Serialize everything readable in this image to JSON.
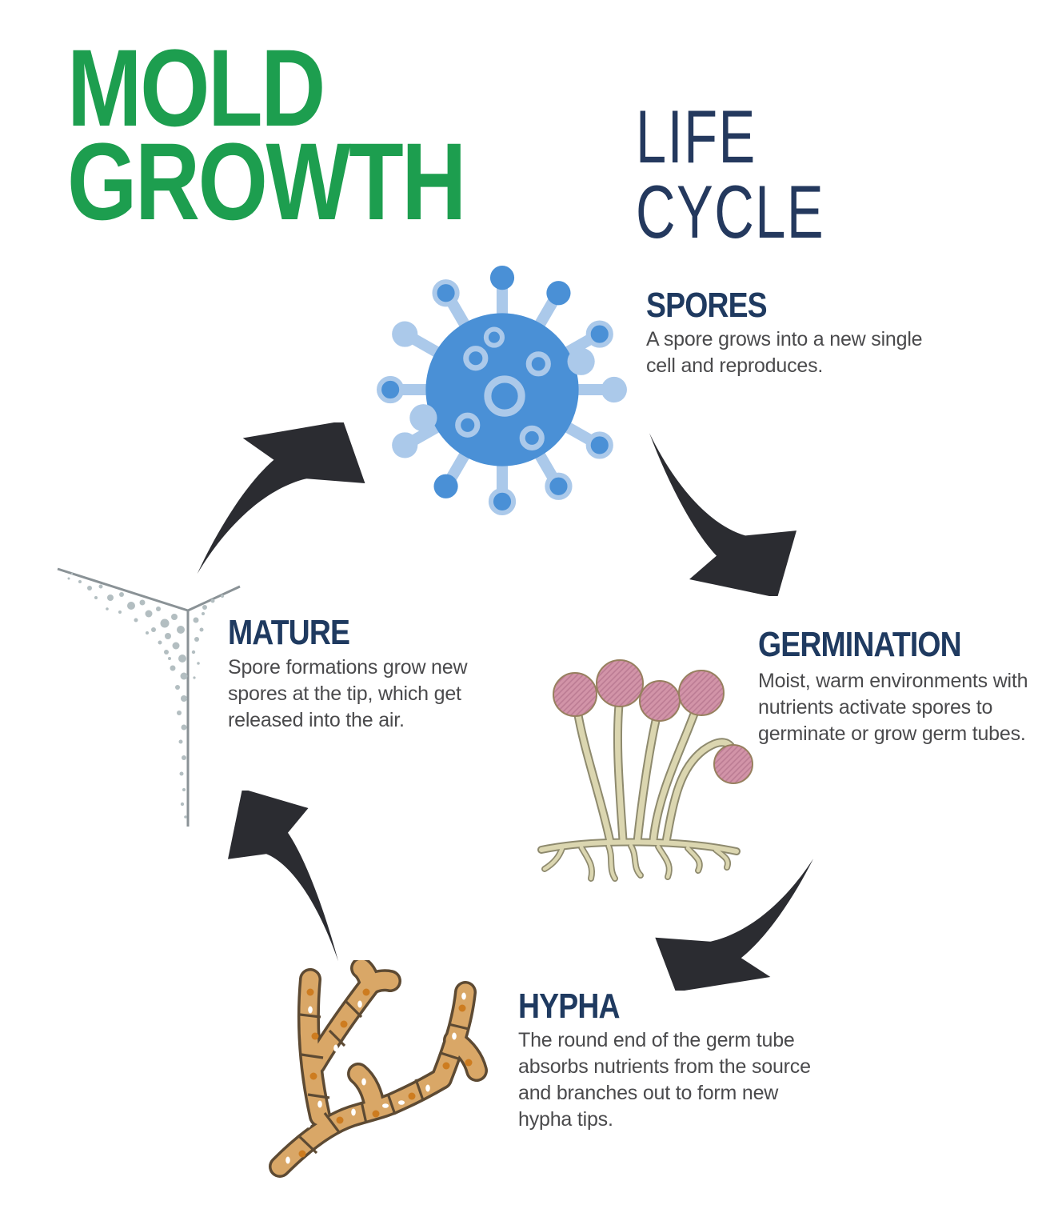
{
  "title": {
    "line1": "MOLD",
    "line2": "GROWTH",
    "color": "#1d9e4f"
  },
  "subtitle": {
    "text": "LIFE CYCLE",
    "color": "#24395e"
  },
  "stages": [
    {
      "id": "spores",
      "heading": "SPORES",
      "lines": [
        "A spore grows into a new single",
        "cell and reproduces."
      ]
    },
    {
      "id": "germination",
      "heading": "GERMINATION",
      "lines": [
        "Moist, warm environments with",
        "nutrients activate spores to",
        "germinate or grow germ tubes."
      ]
    },
    {
      "id": "hypha",
      "heading": "HYPHA",
      "lines": [
        "The round end of the germ tube",
        "absorbs nutrients from the source",
        "and branches out to form new",
        "hypha tips."
      ]
    },
    {
      "id": "mature",
      "heading": "MATURE",
      "lines": [
        "Spore formations grow new",
        "spores at the tip, which get",
        "released into the air."
      ]
    }
  ],
  "icons": {
    "spores": "spore-cell-illustration",
    "germination": "sporangia-illustration",
    "hypha": "hypha-branch-illustration",
    "mature": "corner-mold-illustration",
    "arrows": "cycle-arrow"
  },
  "colors": {
    "title_green": "#1d9e4f",
    "heading_navy": "#1f3a60",
    "body_text": "#4a4a4c",
    "arrow_dark": "#2b2c31",
    "spore_blue": "#4a90d6",
    "spore_light_blue": "#abc9ea",
    "sporangium_pink": "#d294a8",
    "sporangium_hatch": "#bb7b93",
    "stalk_beige": "#dbd6b0",
    "stalk_outline": "#8e8a6e",
    "hypha_fill": "#d9a767",
    "hypha_outline": "#5d4a33",
    "hypha_dot_orange": "#cd7c20",
    "corner_line_gray": "#8a9296",
    "speckle_gray": "#b3bec1",
    "background": "#ffffff"
  }
}
